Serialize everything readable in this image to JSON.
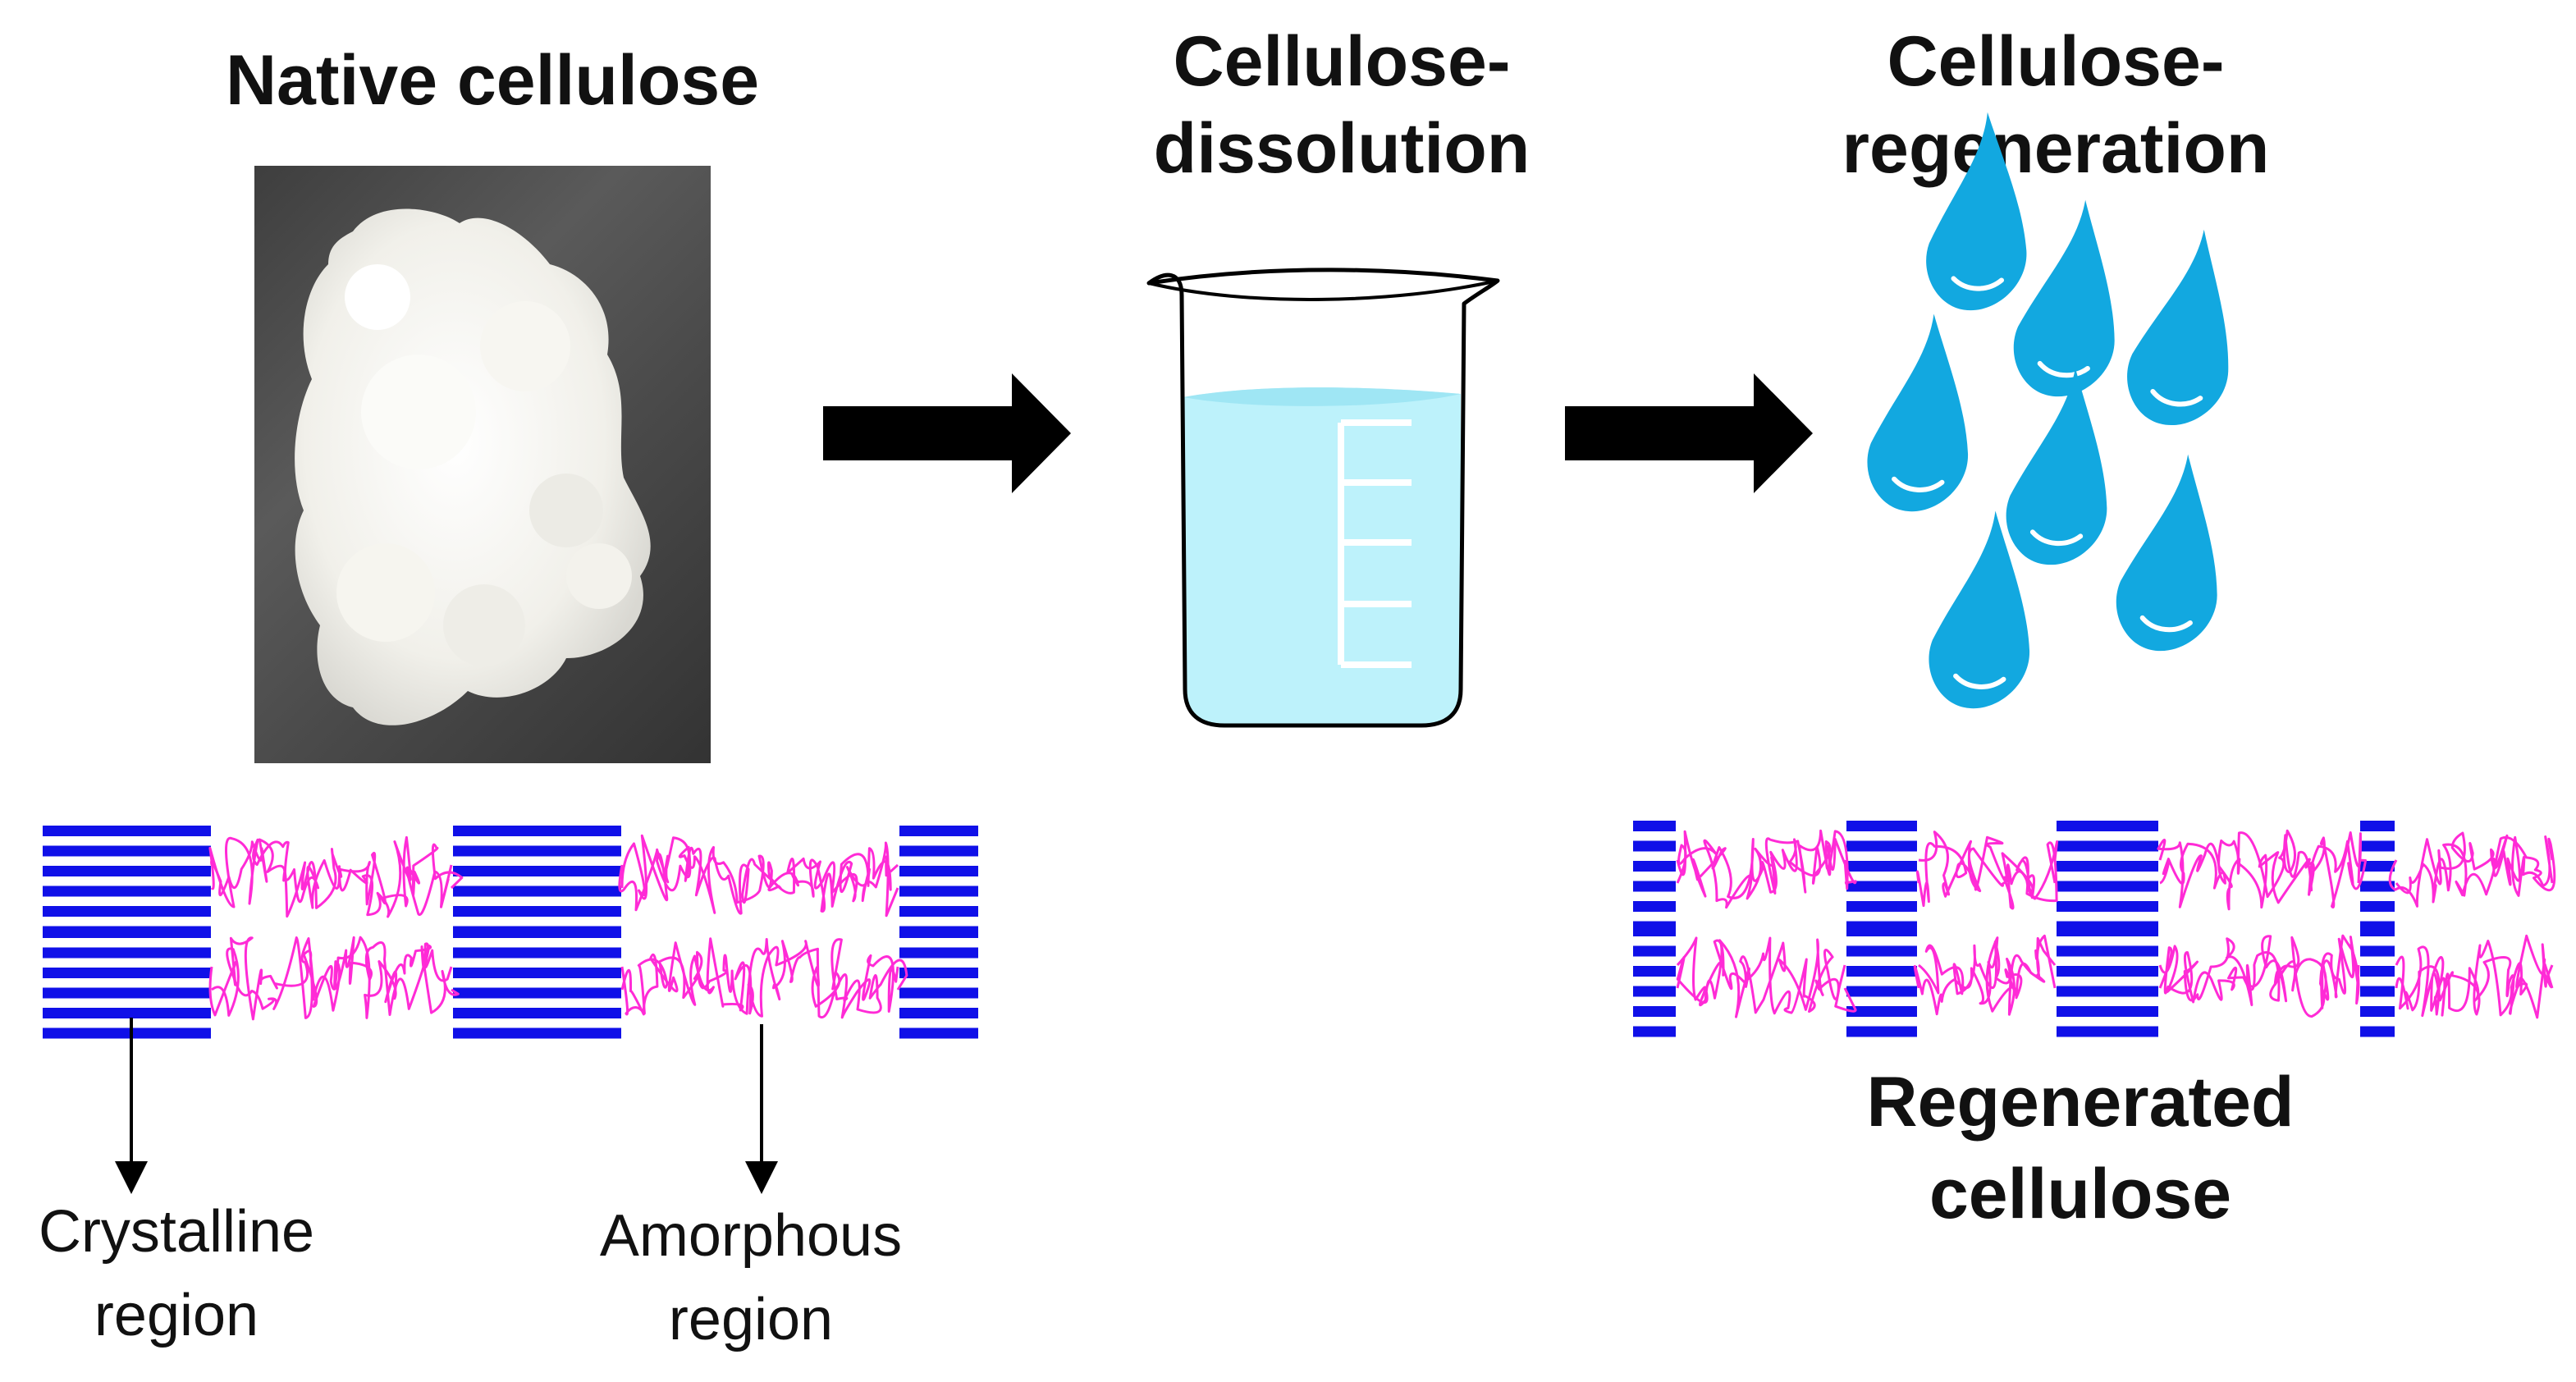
{
  "titles": {
    "native": "Native cellulose",
    "dissolution_line1": "Cellulose-",
    "dissolution_line2": "dissolution",
    "regeneration_line1": "Cellulose-",
    "regeneration_line2": "regeneration",
    "regenerated_line1": "Regenerated",
    "regenerated_line2": "cellulose"
  },
  "labels": {
    "crystalline_line1": "Crystalline",
    "crystalline_line2": "region",
    "amorphous_line1": "Amorphous",
    "amorphous_line2": "region"
  },
  "colors": {
    "crystalline": "#1010e8",
    "amorphous": "#ff2bd6",
    "liquid": "#bdf2fb",
    "drop": "#12a8e0",
    "arrow": "#000000"
  },
  "icons": [
    "cellulose-photo",
    "right-arrow-icon",
    "beaker-icon",
    "droplet-icon"
  ]
}
